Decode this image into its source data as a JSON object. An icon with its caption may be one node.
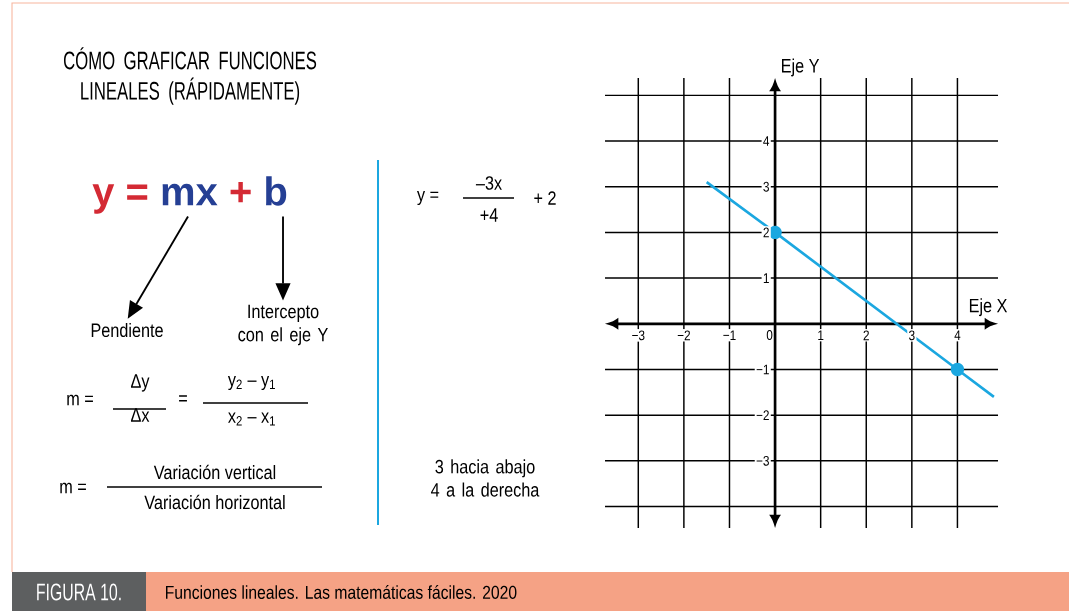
{
  "diagram": {
    "title": "CÓMO GRAFICAR FUNCIONES LINEALES (RÁPIDAMENTE)",
    "caption": "Funciones lineales. Las matemáticas fáciles. 2020",
    "nodes": [
      {
        "text": [
          "y =",
          "mx",
          "+",
          "b"
        ]
      },
      {
        "text": [
          "Pendiente"
        ]
      },
      {
        "text": [
          "Intercepto con el eje Y"
        ]
      }
    ],
    "edges": [
      {
        "from": 0,
        "to": 1,
        "arrow": "to"
      },
      {
        "from": 0,
        "to": 2,
        "arrow": "to"
      }
    ],
    "labels": [
      "m =",
      "Δy",
      "Δx",
      "=",
      "y$_{2}$ – y$_{1}$",
      "x$_{2}$ – x$_{1}$",
      "y =",
      "–3x",
      "+4",
      "+ 2",
      "m =",
      "Variación vertical",
      "Variación horizontal",
      "3 hacia abajo 4 a la derecha",
      "FIGURA 10."
    ],
    "chart_data": {
      "type": "line",
      "xlabel": "Eje X",
      "ylabel": "Eje Y",
      "x": [
        -1.5,
        0,
        4,
        4.8
      ],
      "series": [
        {
          "color": "#1ba7e0",
          "values": [
            3.1,
            2,
            -1,
            -1.6
          ]
        }
      ],
      "xlim": [
        -3.73,
        4.89
      ],
      "ylim": [
        -4.47,
        5.38
      ],
      "xticks": [
        -3,
        -2,
        -1,
        0,
        1,
        2,
        3,
        4
      ],
      "yticks": [
        -3,
        -2,
        -1,
        1,
        2,
        3,
        4
      ],
      "grid": true
    }
  }
}
